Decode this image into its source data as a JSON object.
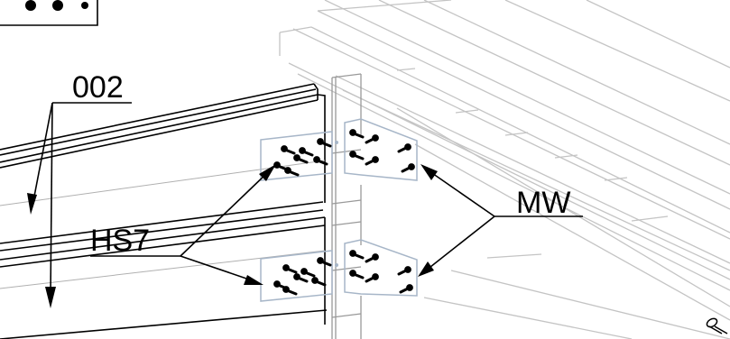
{
  "labels": {
    "part_number": "002",
    "fastener": "HS7",
    "bracket": "MW"
  },
  "colors": {
    "line": "#000000",
    "faint_line": "#bdbdbd",
    "bracket_outline": "#a7b6c8",
    "background": "#ffffff"
  },
  "icons": {
    "corner_glyph": "screw-icon"
  }
}
